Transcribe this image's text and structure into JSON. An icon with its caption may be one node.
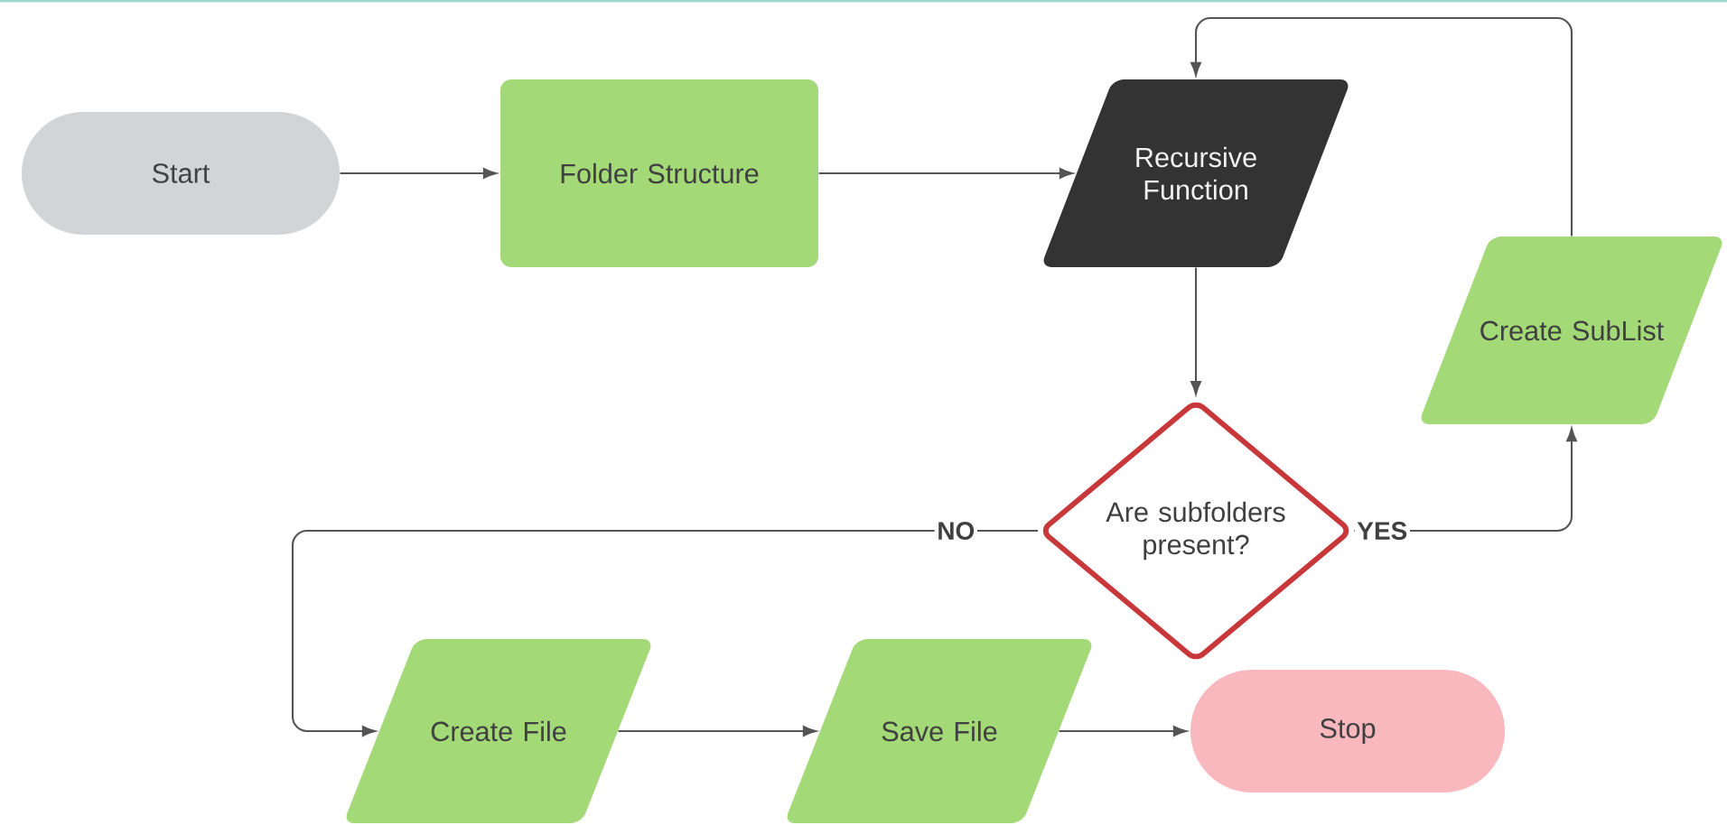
{
  "diagram": {
    "nodes": [
      {
        "text": [
          "Start"
        ]
      },
      {
        "text": [
          "Folder Structure"
        ]
      },
      {
        "text": [
          "Recursive Function"
        ]
      },
      {
        "text": [
          "Create SubList"
        ]
      },
      {
        "text": [
          "Are subfolders present?"
        ]
      },
      {
        "text": [
          "Create File"
        ]
      },
      {
        "text": [
          "Save File"
        ]
      },
      {
        "text": [
          "Stop"
        ]
      }
    ],
    "edges": [
      {
        "from": 0,
        "to": 1,
        "arrow": "to"
      },
      {
        "from": 1,
        "to": 2,
        "arrow": "to"
      },
      {
        "from": 2,
        "to": 4,
        "arrow": "to"
      },
      {
        "from": 4,
        "to": 3,
        "arrow": "to",
        "label": "YES"
      },
      {
        "from": 3,
        "to": 2,
        "arrow": "to"
      },
      {
        "from": 4,
        "to": 5,
        "arrow": "to",
        "label": "NO"
      },
      {
        "from": 5,
        "to": 6,
        "arrow": "to"
      },
      {
        "from": 6,
        "to": 7,
        "arrow": "to"
      }
    ]
  }
}
